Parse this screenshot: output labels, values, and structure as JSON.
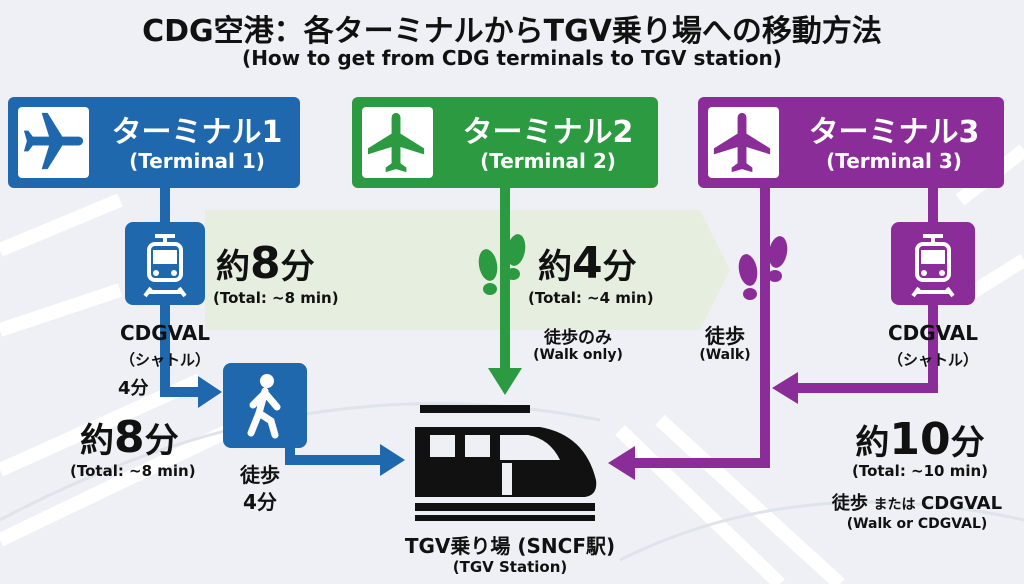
{
  "header": {
    "title": "CDG空港：各ターミナルからTGV乗り場への移動方法",
    "subtitle": "(How to get from CDG terminals to TGV station)"
  },
  "colors": {
    "terminal1": "#1f68ad",
    "terminal2": "#2b9a40",
    "terminal3": "#8b2d98"
  },
  "terminals": [
    {
      "name": "ターミナル1",
      "name_en": "(Terminal 1)",
      "icon": "airplane-icon"
    },
    {
      "name": "ターミナル2",
      "name_en": "(Terminal 2)",
      "icon": "airplane-icon"
    },
    {
      "name": "ターミナル3",
      "name_en": "(Terminal 3)",
      "icon": "airplane-icon"
    }
  ],
  "route1": {
    "shuttle": "CDGVAL",
    "shuttle_sub": "（シャトル）",
    "shuttle_time": "4分",
    "walk": "徒歩",
    "walk_time": "4分",
    "total_prefix": "約",
    "total_num": "8",
    "total_suffix": "分",
    "total_en": "(Total: ~8 min)"
  },
  "route2": {
    "total_prefix": "約",
    "total_num": "4",
    "total_suffix": "分",
    "total_en": "(Total: ~4 min)",
    "mode": "徒歩のみ",
    "mode_en": "(Walk only)"
  },
  "route3": {
    "walk": "徒歩",
    "walk_en": "(Walk)",
    "shuttle": "CDGVAL",
    "shuttle_sub": "（シャトル）",
    "total_prefix": "約",
    "total_num": "10",
    "total_suffix": "分",
    "total_en": "(Total: ~10 min)",
    "mode_a": "徒歩",
    "mode_or": "または",
    "mode_b": "CDGVAL",
    "mode_en": "(Walk or CDGVAL)"
  },
  "station": {
    "name": "TGV乗り場 (SNCF駅)",
    "name_en": "(TGV Station)",
    "icon": "tgv-train-icon"
  }
}
